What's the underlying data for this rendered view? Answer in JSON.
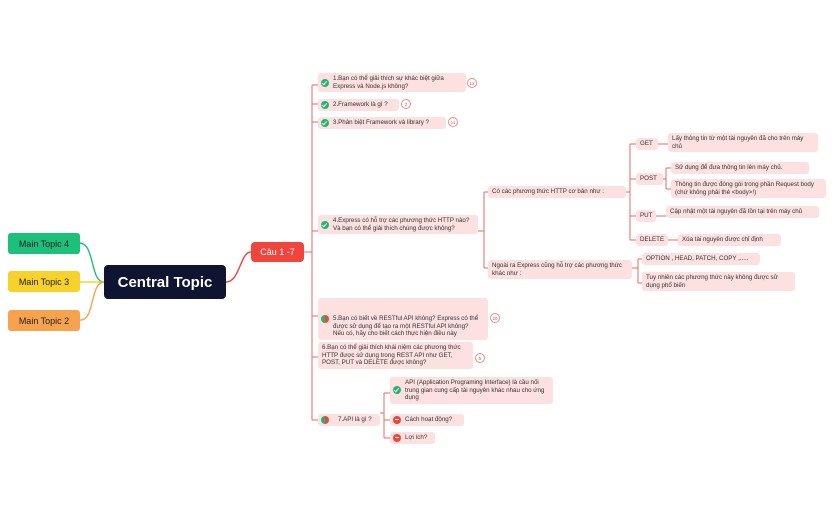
{
  "central_topic": "Central Topic",
  "main_topics": [
    "Main Topic 4",
    "Main Topic 3",
    "Main Topic 2"
  ],
  "branch": {
    "label": "Câu 1 -7",
    "items": [
      {
        "text": "1.Bạn có thể giải thích sự khác biệt giữa Express và Node.js không?",
        "status": "done",
        "badge": "12"
      },
      {
        "text": "2.Framework là gì ?",
        "status": "done",
        "badge": "2"
      },
      {
        "text": "3.Phân biệt Framework và library ?",
        "status": "done",
        "badge": "11"
      },
      {
        "text": "4.Express có hỗ trợ các phương thức HTTP nào? Và bạn có thể giải thích chúng được không?",
        "status": "done",
        "children": [
          {
            "text": "Có các phương thức HTTP cơ bản như :",
            "children": [
              {
                "text": "GET",
                "children": [
                  "Lấy thông tin từ một tài nguyên đã cho trên máy chủ"
                ]
              },
              {
                "text": "POST",
                "children": [
                  "Sử dụng để đưa thông tin lên máy chủ.",
                  "Thông tin được đóng gói trong phần Request body (chứ không phải thẻ <body>!)"
                ]
              },
              {
                "text": "PUT",
                "children": [
                  "Cập nhật một tài nguyên đã tồn tại trên máy chủ"
                ]
              },
              {
                "text": "DELETE",
                "children": [
                  "Xóa tài nguyên được chỉ định"
                ]
              }
            ]
          },
          {
            "text": "Ngoài ra Express cũng hỗ trợ các phương thức khác như :",
            "children": [
              {
                "text": "OPTION , HEAD, PATCH, COPY ,....."
              },
              {
                "text": "Tuy nhiên các phương thức này không được sử dụng phổ biến"
              }
            ]
          }
        ]
      },
      {
        "text": "5.Bạn có biết về RESTful API không? Express có thể được sử dụng để tạo ra một RESTful API không?\nNếu có, hãy cho biết cách thực hiện điều này",
        "status": "partial",
        "badge": "20"
      },
      {
        "text": "6.Bạn có thể giải thích khái niệm các phương thức HTTP được sử dụng trong REST API như GET, POST, PUT và DELETE được không?",
        "status": "none",
        "badge": "5"
      },
      {
        "text": "7.API là gì ?",
        "status": "partial",
        "children": [
          {
            "text": "API (Application Programing Interface) là cầu nối trung gian cung cấp tài nguyên khác nhau cho ứng dụng",
            "status": "done"
          },
          {
            "text": "Cách hoạt động?",
            "status": "stop"
          },
          {
            "text": "Lợi ích?",
            "status": "stop"
          }
        ]
      }
    ]
  },
  "colors": {
    "central_bg": "#0f1530",
    "main_topic_4": "#1cc07a",
    "main_topic_3": "#f6d22a",
    "main_topic_2": "#f7a24d",
    "branch": "#f0443c",
    "subtopic_bg": "#fde0e0",
    "connector": "#e86a62"
  },
  "icons": {
    "done": "check-circle-icon",
    "stop": "stop-circle-icon",
    "partial": "half-progress-icon"
  }
}
